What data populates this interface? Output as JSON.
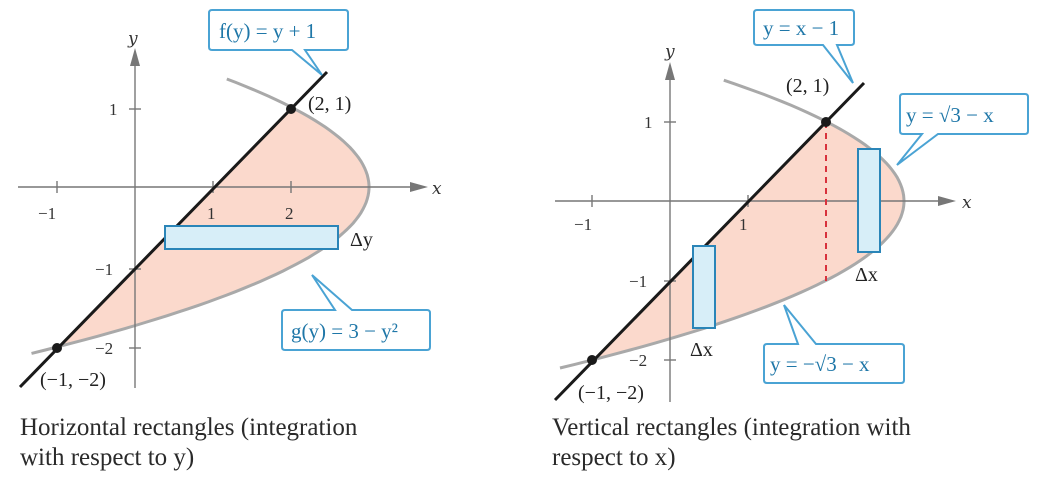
{
  "colors": {
    "region_fill": "#fbd9cc",
    "curve": "#a9a9a9",
    "line": "#1a1a1a",
    "axis": "#777777",
    "rect_fill": "#d7eef8",
    "rect_stroke": "#2a85b8",
    "callout_stroke": "#4aa3d4",
    "dashed": "#d8323c"
  },
  "left": {
    "axis_x_label": "x",
    "axis_y_label": "y",
    "x_ticks": [
      "−1",
      "1",
      "2"
    ],
    "y_ticks": [
      "1",
      "−1",
      "−2"
    ],
    "point_top": "(2, 1)",
    "point_bottom": "(−1, −2)",
    "callout_line": "f(y) = y + 1",
    "callout_curve": "g(y) = 3 − y²",
    "delta_label": "Δy",
    "caption_line1": "Horizontal rectangles (integration",
    "caption_line2": "with respect to y)"
  },
  "right": {
    "axis_x_label": "x",
    "axis_y_label": "y",
    "x_ticks": [
      "−1",
      "1"
    ],
    "y_ticks": [
      "1",
      "−1",
      "−2"
    ],
    "point_top": "(2, 1)",
    "point_bottom": "(−1, −2)",
    "callout_line": "y = x − 1",
    "callout_upper": "y = √3 − x",
    "callout_lower": "y = −√3 − x",
    "delta_label_1": "Δx",
    "delta_label_2": "Δx",
    "caption_line1": "Vertical rectangles (integration with",
    "caption_line2": "respect to x)"
  }
}
